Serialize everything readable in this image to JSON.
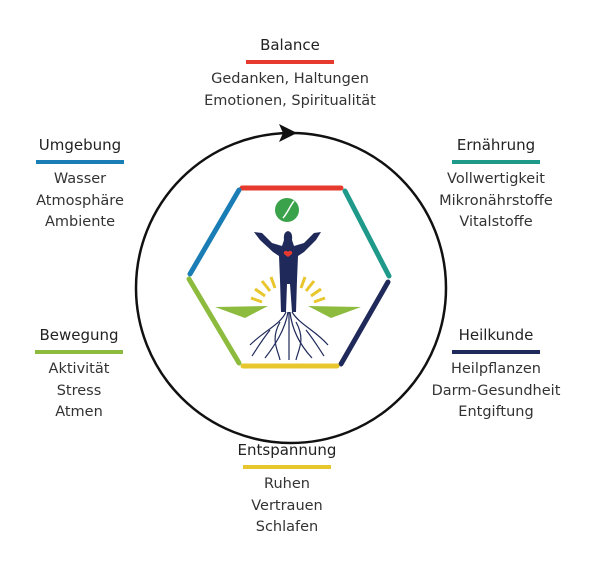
{
  "groups": [
    {
      "id": "balance",
      "title": "Balance",
      "color": "#e63a2e",
      "items": [
        "Gedanken, Haltungen",
        "Emotionen, Spiritualität"
      ]
    },
    {
      "id": "umgebung",
      "title": "Umgebung",
      "color": "#1a7db5",
      "items": [
        "Wasser",
        "Atmosphäre",
        "Ambiente"
      ]
    },
    {
      "id": "ernaehrung",
      "title": "Ernährung",
      "color": "#1f9a8a",
      "items": [
        "Vollwertigkeit",
        "Mikronährstoffe",
        "Vitalstoffe"
      ]
    },
    {
      "id": "bewegung",
      "title": "Bewegung",
      "color": "#8dbb3e",
      "items": [
        "Aktivität",
        "Stress",
        "Atmen"
      ]
    },
    {
      "id": "heilkunde",
      "title": "Heilkunde",
      "color": "#1f2a5a",
      "items": [
        "Heilpflanzen",
        "Darm-Gesundheit",
        "Entgiftung"
      ]
    },
    {
      "id": "entspannung",
      "title": "Entspannung",
      "color": "#e8c62e",
      "items": [
        "Ruhen",
        "Vertrauen",
        "Schlafen"
      ]
    }
  ],
  "colors": {
    "circle": "#111111",
    "figure": "#1f2a5a",
    "heart": "#e63a2e",
    "sun": "#e8c62e",
    "leaf": "#8dbb3e",
    "globe": "#3aa24a"
  }
}
